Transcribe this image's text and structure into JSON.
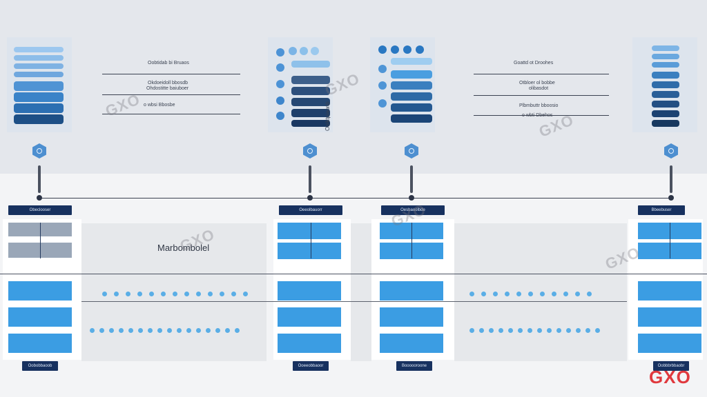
{
  "colors": {
    "accent": "#3b9de3",
    "navy": "#17315f",
    "logo": "#e0393e"
  },
  "top_left_texts": [
    "Oobtidab bi Bruaos",
    "Okdoeidoll bbosdb",
    "Ohdostitte baiuboer",
    "o wbsi Bbosbe"
  ],
  "top_right_texts": [
    "Goattd ot Droohes",
    "Otbloer ol bobbe",
    "olibasdot",
    "Plbmbuttr bboosio",
    "o wbti Dbehos"
  ],
  "vertical_label": "Ooiktpiaonb",
  "middle_label": "Marbombolel",
  "node_labels_top": [
    "Obeclooser",
    "Oeeolbauorr",
    "Oesbaoolbde",
    "Bbeebuser"
  ],
  "node_labels_bottom": [
    "Oobobbaoob",
    "Ooeeobbaoor",
    "Boooooroone",
    "Oobbbrbbaobr"
  ],
  "watermark": "GXO",
  "logo": "GXO"
}
